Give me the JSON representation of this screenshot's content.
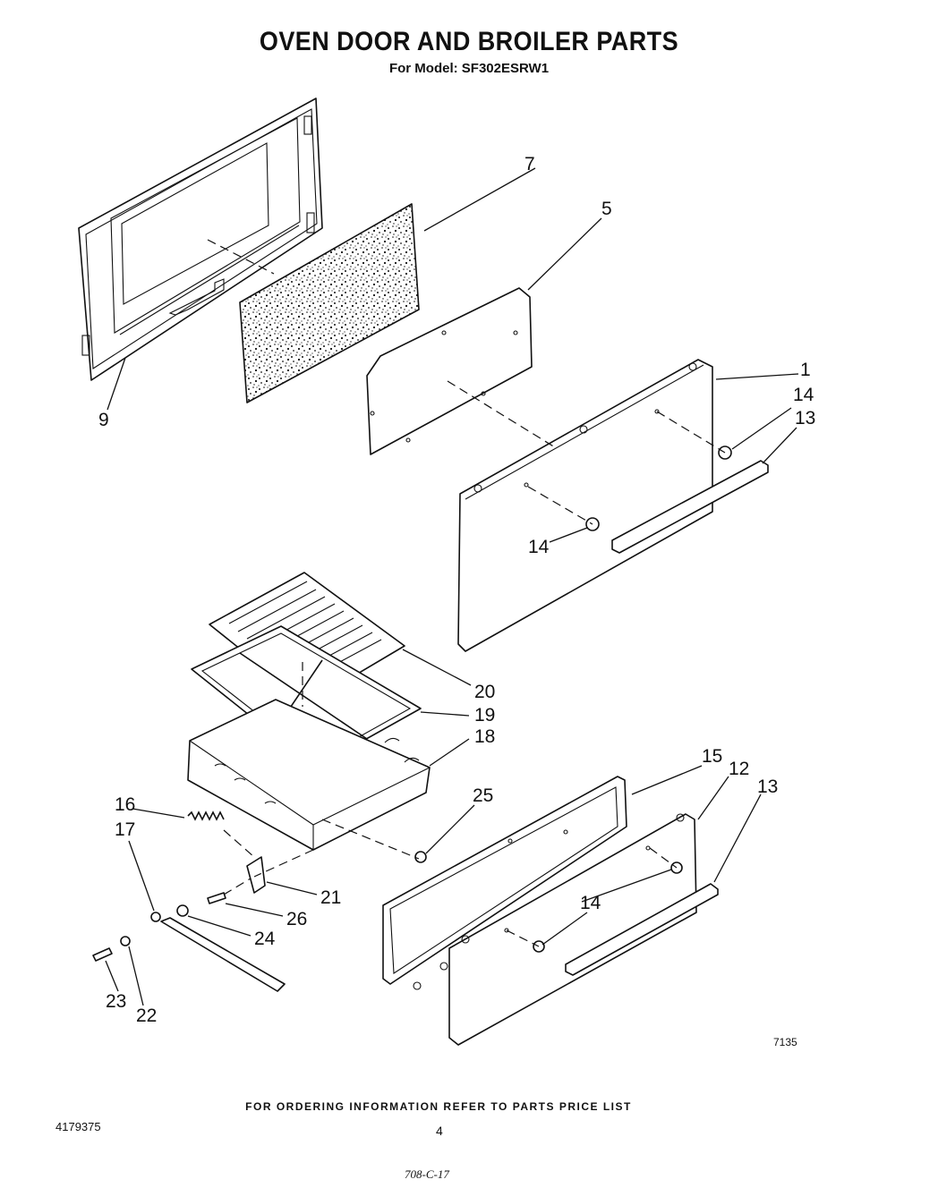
{
  "header": {
    "title": "OVEN DOOR AND BROILER PARTS",
    "model": "For Model: SF302ESRW1"
  },
  "callouts": {
    "p1": "1",
    "p5": "5",
    "p7": "7",
    "p9": "9",
    "p12": "12",
    "p13a": "13",
    "p13b": "13",
    "p14a": "14",
    "p14b": "14",
    "p14c": "14",
    "p15": "15",
    "p16": "16",
    "p17": "17",
    "p18": "18",
    "p19": "19",
    "p20": "20",
    "p21": "21",
    "p22": "22",
    "p23": "23",
    "p24": "24",
    "p25": "25",
    "p26": "26"
  },
  "footer": {
    "ordering_note": "FOR ORDERING INFORMATION REFER TO PARTS PRICE LIST",
    "document_number": "4179375",
    "page_number": "4",
    "figure_number": "7135",
    "handwritten_note": "708-C-17"
  }
}
